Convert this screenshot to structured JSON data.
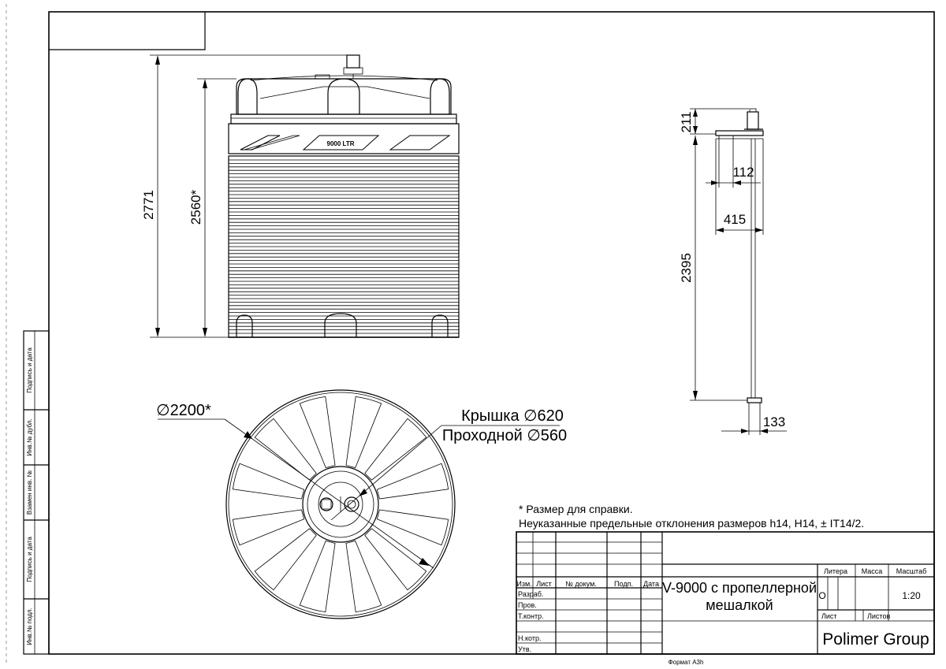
{
  "format_label": "Формат А3h",
  "side_stamp": [
    "Подпись и дата",
    "Инв.№ дубл.",
    "Взамен инв. №",
    "Подпись и дата",
    "Инв.№ подл."
  ],
  "front_view": {
    "label_tank": "9000 LTR",
    "dim_total_height": "2771",
    "dim_tank_height": "2560*"
  },
  "agitator_view": {
    "dim_motor": "211",
    "dim_flange": "112",
    "dim_plate": "415",
    "dim_shaft": "2395",
    "dim_propeller": "133"
  },
  "top_view": {
    "dim_diameter": "∅2200*",
    "lid_label": "Крышка ∅620",
    "pass_label": "Проходной ∅560"
  },
  "notes": {
    "line1": "* Размер для справки.",
    "line2": "Неуказанные предельные отклонения размеров h14, H14, ± IT14/2."
  },
  "title_block": {
    "headers": {
      "izm": "Изм.",
      "list": "Лист",
      "doc": "№ докум.",
      "sign": "Подп.",
      "date": "Дата"
    },
    "roles": [
      "Разраб.",
      "Пров.",
      "Т.контр.",
      "",
      "Н.котр.",
      "Утв."
    ],
    "title_line1": "V-9000 с пропеллерной",
    "title_line2": "мешалкой",
    "litera_label": "Литера",
    "mass_label": "Масса",
    "scale_label": "Масштаб",
    "litera_value": "О",
    "scale_value": "1:20",
    "sheet_label": "Лист",
    "sheets_label": "Листов",
    "company": "Polimer Group"
  }
}
